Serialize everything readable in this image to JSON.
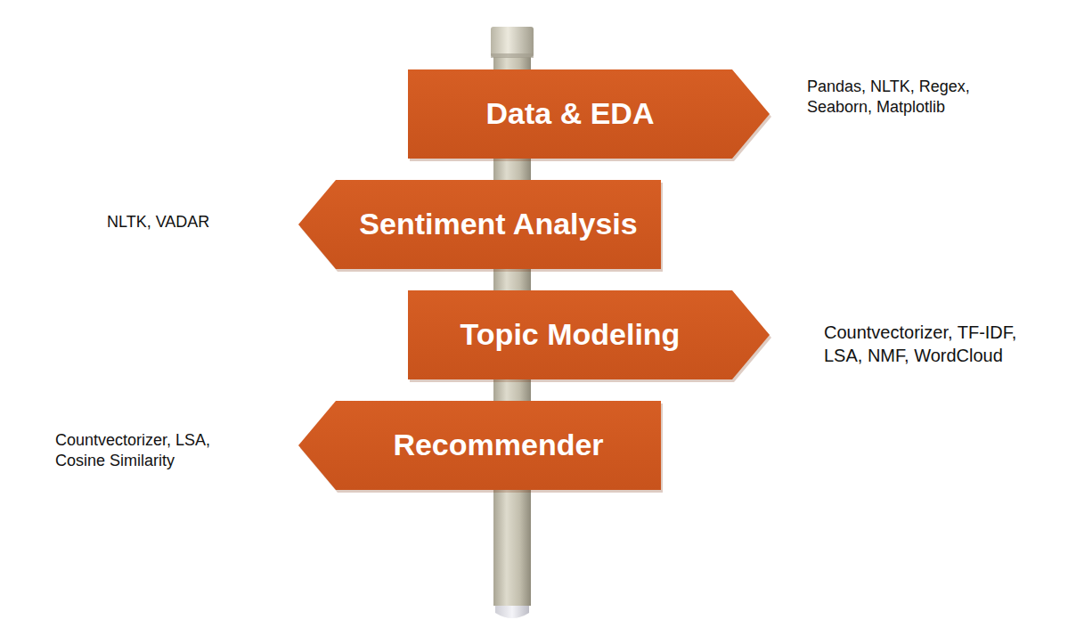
{
  "diagram": {
    "nodes": [
      {
        "text": [
          "Data & EDA"
        ]
      },
      {
        "text": [
          "Sentiment Analysis"
        ]
      },
      {
        "text": [
          "Topic Modeling"
        ]
      },
      {
        "text": [
          "Recommender"
        ]
      }
    ],
    "labels": [
      "Pandas, NLTK, Regex, Seaborn, Matplotlib",
      "NLTK, VADAR",
      "Countvectorizer, TF-IDF, LSA, NMF, WordCloud",
      "Countvectorizer, LSA, Cosine Similarity"
    ]
  }
}
